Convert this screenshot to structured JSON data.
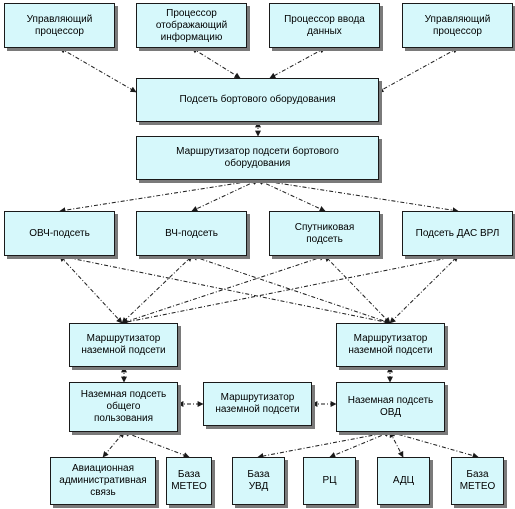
{
  "colors": {
    "node_fill": "#d6f8fb",
    "border": "#1a1a1a",
    "shadow": "#7a7a7a",
    "link": "#1a1a1a"
  },
  "nodes": {
    "proc1": "Управляющий\nпроцессор",
    "display": "Процессор\nотображающий\nинформацию",
    "input": "Процессор ввода\nданных",
    "proc2": "Управляющий\nпроцессор",
    "avionics": "Подсеть бортового оборудования",
    "router_onboard": "Маршрутизатор подсети бортового\nоборудования",
    "vhf": "ОВЧ-подсеть",
    "hf": "ВЧ-подсеть",
    "sat": "Спутниковая\nподсеть",
    "ssr": "Подсеть ДАС ВРЛ",
    "router_ground_left": "Маршрутизатор\nназемной подсети",
    "router_ground_right": "Маршрутизатор\nназемной подсети",
    "ground_public": "Наземная подсеть\nобщего\nпользования",
    "router_ground_mid": "Маршрутизатор\nназемной подсети",
    "ground_atc": "Наземная подсеть\nОВД",
    "aviation_admin": "Авиационная\nадминистративная\nсвязь",
    "meteo_left": "База\nМЕТЕО",
    "uvd_db": "База\nУВД",
    "rc": "РЦ",
    "adc": "АДЦ",
    "meteo_right": "База\nМЕТЕО"
  }
}
